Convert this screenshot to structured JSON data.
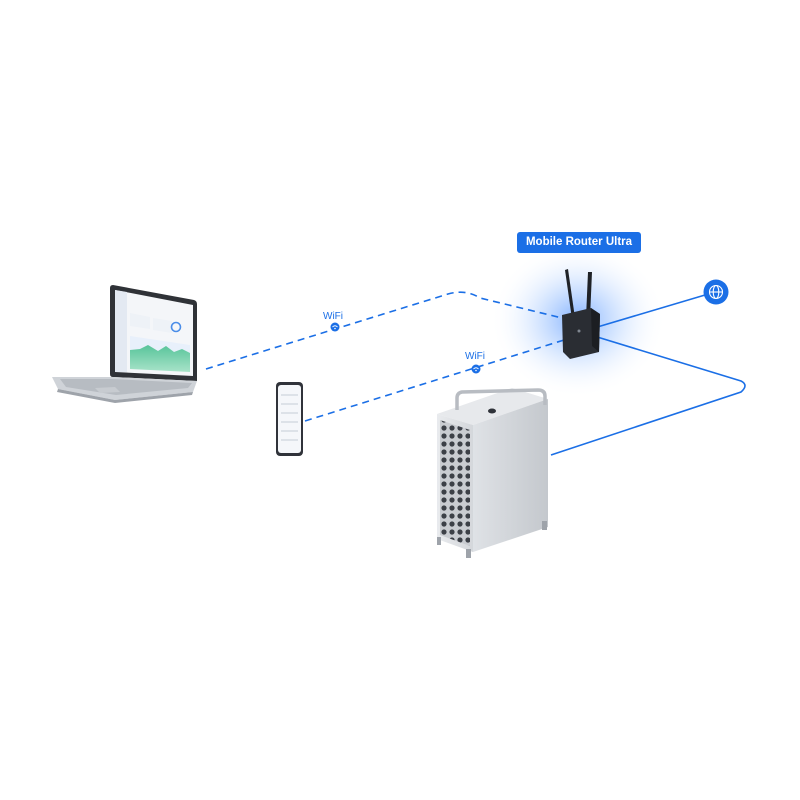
{
  "router": {
    "label": "Mobile Router Ultra"
  },
  "connections": [
    {
      "from": "laptop",
      "to": "router",
      "type": "wireless",
      "label": "WiFi"
    },
    {
      "from": "phone",
      "to": "router",
      "type": "wireless",
      "label": "WiFi"
    },
    {
      "from": "router",
      "to": "internet",
      "type": "wired"
    },
    {
      "from": "router",
      "to": "server",
      "type": "wired"
    }
  ],
  "icons": {
    "internet": "globe-icon",
    "wifi": "wifi-icon"
  },
  "colors": {
    "accent": "#1b6fe6",
    "glow": "#6fa8ff",
    "device_silver": "#cfd3d8",
    "router_body": "#2a2d33"
  }
}
